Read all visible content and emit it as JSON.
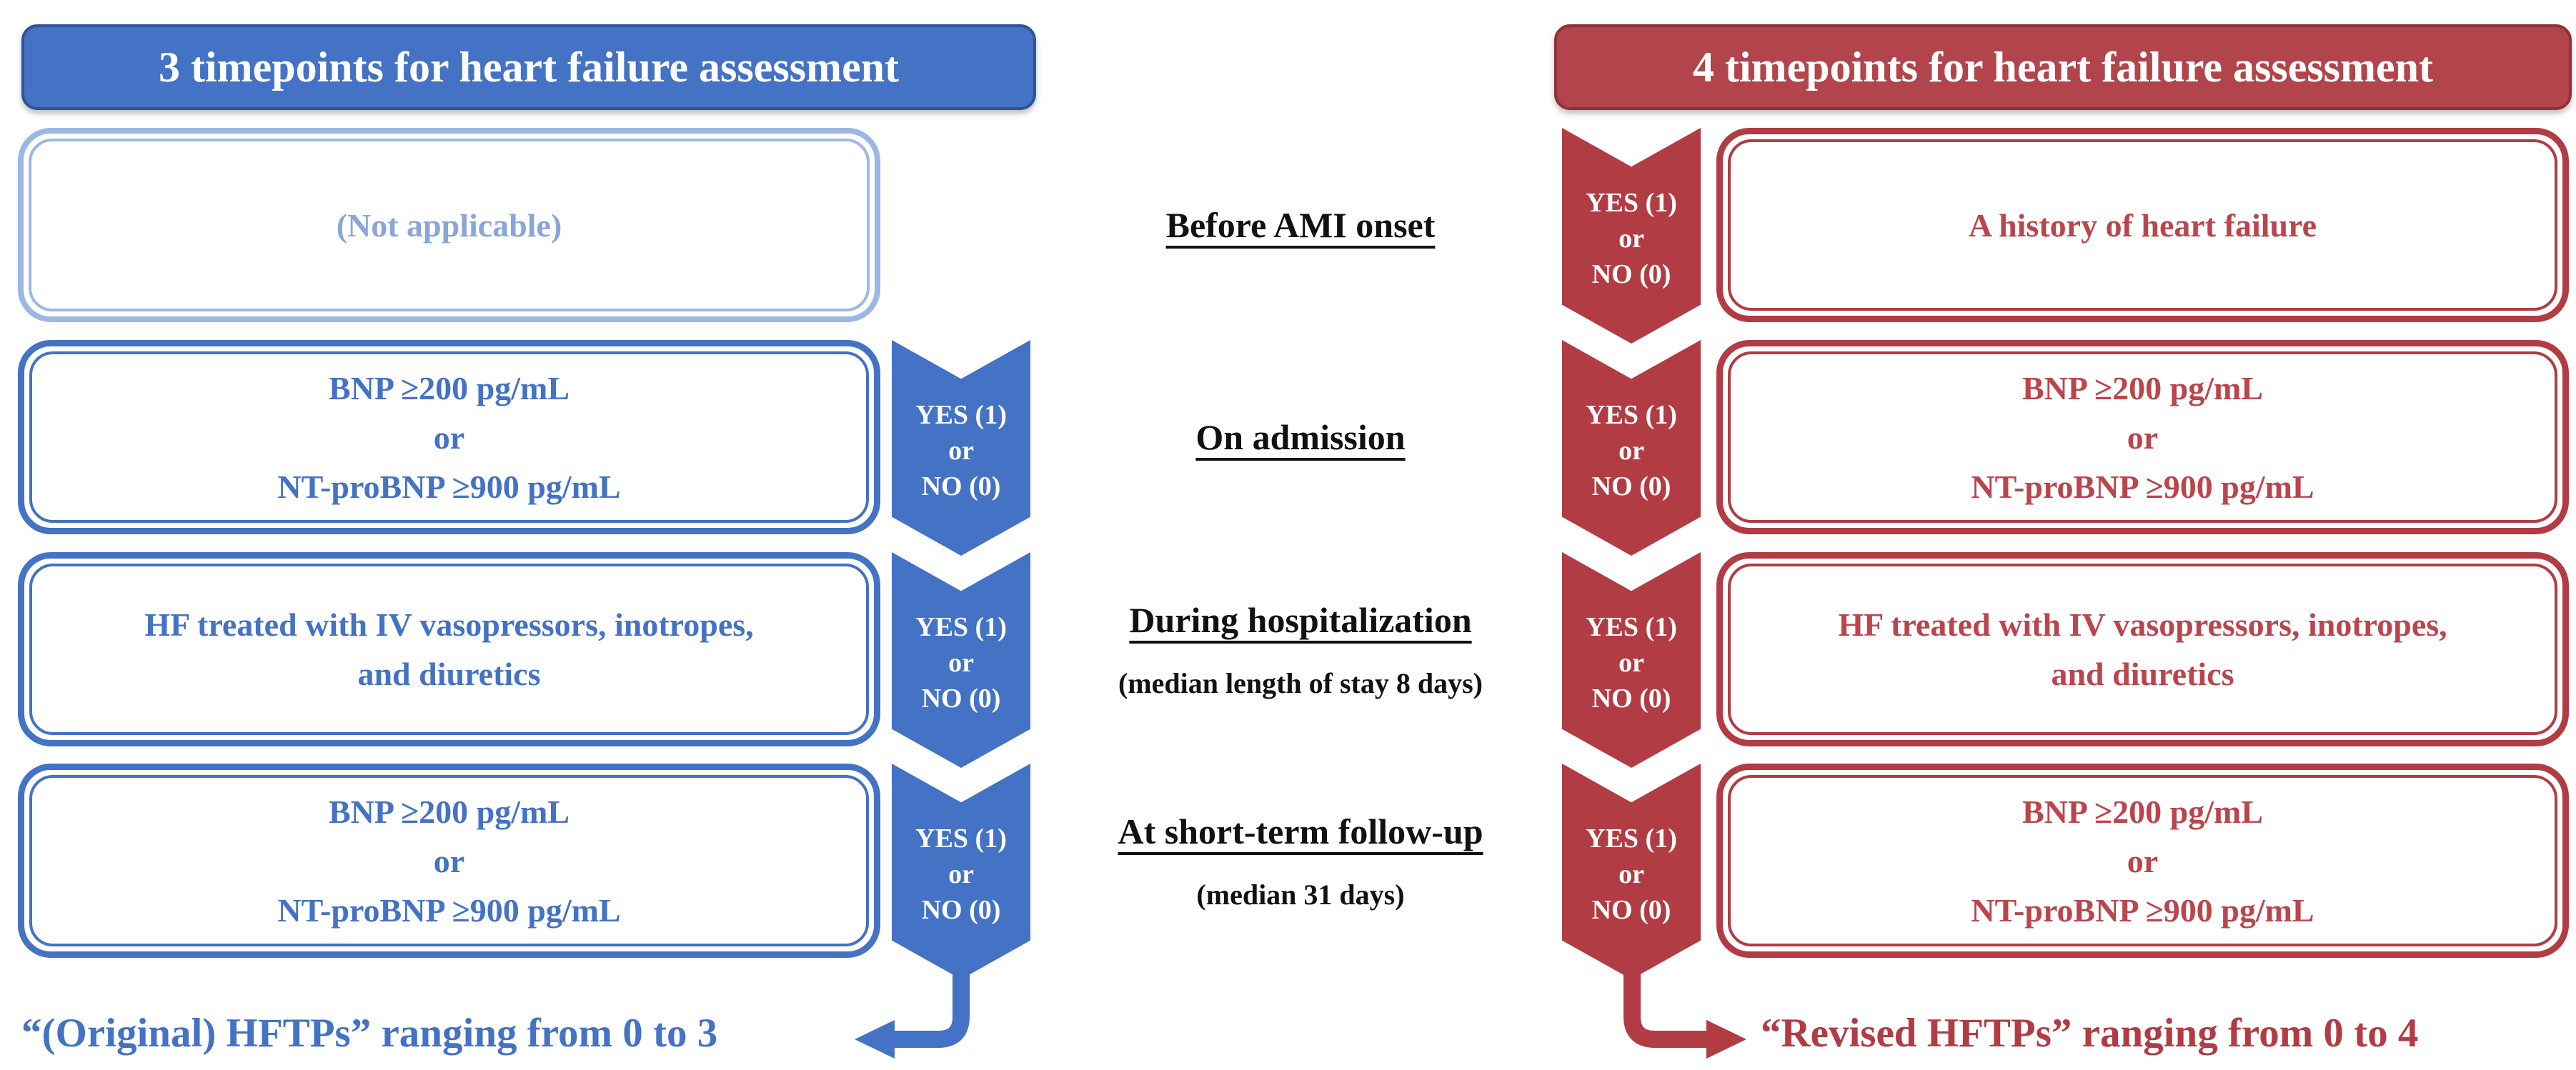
{
  "figure": {
    "description": "Comparison of original and revised heart failure timepoint (HFTP) scoring",
    "colors": {
      "blue_accent": "#4472C4",
      "light_blue_border": "#9DB7E5",
      "light_blue_text": "#8AA5D8",
      "red_accent": "#B13C43",
      "red_text": "#BB454C",
      "label_black": "#111111",
      "background": "#FFFFFF"
    }
  },
  "chevron": {
    "lines": [
      "YES (1)",
      "or",
      "NO (0)"
    ]
  },
  "left": {
    "header": "3 timepoints for heart failure assessment",
    "boxes": [
      {
        "lines": [
          "(Not applicable)"
        ]
      },
      {
        "lines": [
          "BNP ≥200 pg/mL",
          "or",
          "NT-proBNP ≥900 pg/mL"
        ]
      },
      {
        "lines": [
          "HF treated with IV vasopressors, inotropes,",
          "and diuretics"
        ]
      },
      {
        "lines": [
          "BNP ≥200 pg/mL",
          "or",
          "NT-proBNP ≥900 pg/mL"
        ]
      }
    ],
    "footer": "“(Original) HFTPs” ranging from 0 to 3"
  },
  "right": {
    "header": "4 timepoints for heart failure assessment",
    "boxes": [
      {
        "lines": [
          "A history of heart failure"
        ]
      },
      {
        "lines": [
          "BNP ≥200 pg/mL",
          "or",
          "NT-proBNP ≥900 pg/mL"
        ]
      },
      {
        "lines": [
          "HF treated with IV vasopressors, inotropes,",
          "and diuretics"
        ]
      },
      {
        "lines": [
          "BNP ≥200 pg/mL",
          "or",
          "NT-proBNP ≥900 pg/mL"
        ]
      }
    ],
    "footer": "“Revised HFTPs” ranging from 0 to 4"
  },
  "timeline": [
    {
      "title": "Before AMI onset",
      "sub": ""
    },
    {
      "title": "On admission",
      "sub": ""
    },
    {
      "title": "During hospitalization",
      "sub": "(median length of stay 8 days)"
    },
    {
      "title": "At short-term follow-up",
      "sub": "(median 31 days)"
    }
  ]
}
